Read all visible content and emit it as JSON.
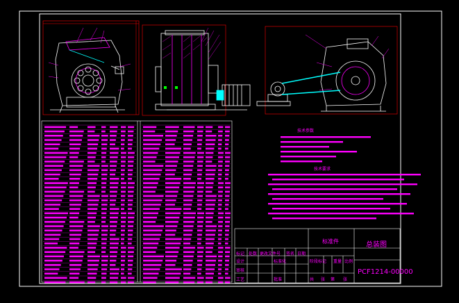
{
  "colors": {
    "background": "#000000",
    "frame": "#ffffff",
    "machine": "#ffffff",
    "dimension": "#ff0000",
    "annotation": "#ff00ff",
    "cyan": "#00ffff",
    "green": "#00ff00",
    "yellow": "#ffff00"
  },
  "title_block": {
    "drawing_title": "总装图",
    "drawing_number": "PCF1214-00000",
    "approval_label": "批准",
    "stamp_label": "标准件",
    "row1": [
      "标记",
      "处数",
      "更改文件号",
      "签名",
      "日期"
    ],
    "row2": [
      "设计",
      "标准化"
    ],
    "row3": [
      "审核"
    ],
    "row4": [
      "工艺",
      "批准"
    ],
    "stage_row": [
      "阶段标记",
      "重量",
      "比例"
    ],
    "sheet_row": [
      "共",
      "张",
      "第",
      "张"
    ]
  },
  "notes": {
    "tech_params_title": "技术参数",
    "tech_reqs_title": "技术要求"
  }
}
